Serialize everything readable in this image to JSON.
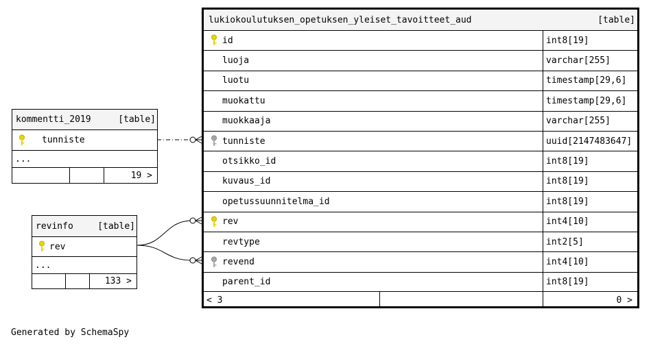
{
  "main_table": {
    "name": "lukiokoulutuksen_opetuksen_yleiset_tavoitteet_aud",
    "kind": "[table]",
    "columns": [
      {
        "name": "id",
        "type": "int8[19]",
        "key": "primary"
      },
      {
        "name": "luoja",
        "type": "varchar[255]",
        "key": ""
      },
      {
        "name": "luotu",
        "type": "timestamp[29,6]",
        "key": ""
      },
      {
        "name": "muokattu",
        "type": "timestamp[29,6]",
        "key": ""
      },
      {
        "name": "muokkaaja",
        "type": "varchar[255]",
        "key": ""
      },
      {
        "name": "tunniste",
        "type": "uuid[2147483647]",
        "key": "foreign"
      },
      {
        "name": "otsikko_id",
        "type": "int8[19]",
        "key": ""
      },
      {
        "name": "kuvaus_id",
        "type": "int8[19]",
        "key": ""
      },
      {
        "name": "opetussuunnitelma_id",
        "type": "int8[19]",
        "key": ""
      },
      {
        "name": "rev",
        "type": "int4[10]",
        "key": "primary"
      },
      {
        "name": "revtype",
        "type": "int2[5]",
        "key": ""
      },
      {
        "name": "revend",
        "type": "int4[10]",
        "key": "foreign"
      },
      {
        "name": "parent_id",
        "type": "int8[19]",
        "key": ""
      }
    ],
    "footer_left": "< 3",
    "footer_right": "0 >"
  },
  "kommentti_table": {
    "name": "kommentti_2019",
    "kind": "[table]",
    "column": "tunniste",
    "ellipsis": "...",
    "footer_right": "19 >"
  },
  "revinfo_table": {
    "name": "revinfo",
    "kind": "[table]",
    "column": "rev",
    "ellipsis": "...",
    "footer_right": "133 >"
  },
  "footer": "Generated by SchemaSpy",
  "colors": {
    "primary_key": "#e6d800",
    "foreign_key": "#a8a8a8",
    "header_bg": "#f4f4f4"
  }
}
